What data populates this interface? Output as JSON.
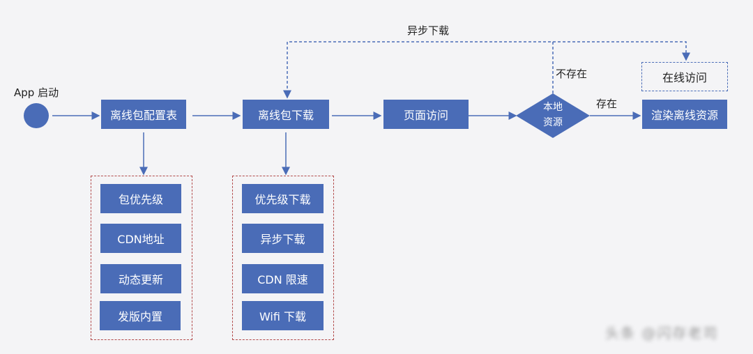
{
  "start": {
    "label": "App 启动"
  },
  "nodes": {
    "config_table": "离线包配置表",
    "package_download": "离线包下载",
    "page_visit": "页面访问",
    "local_resource": [
      "本地",
      "资源"
    ],
    "render_offline": "渲染离线资源",
    "online_visit": "在线访问"
  },
  "edge_labels": {
    "async_download": "异步下载",
    "not_exist": "不存在",
    "exist": "存在"
  },
  "config_group": [
    "包优先级",
    "CDN地址",
    "动态更新",
    "发版内置"
  ],
  "download_group": [
    "优先级下载",
    "异步下载",
    "CDN 限速",
    "Wifi 下载"
  ],
  "watermark": "头条 @闪存老司",
  "colors": {
    "node": "#4a6cb7",
    "group_border": "#b24a4a",
    "background": "#f4f4f6"
  }
}
